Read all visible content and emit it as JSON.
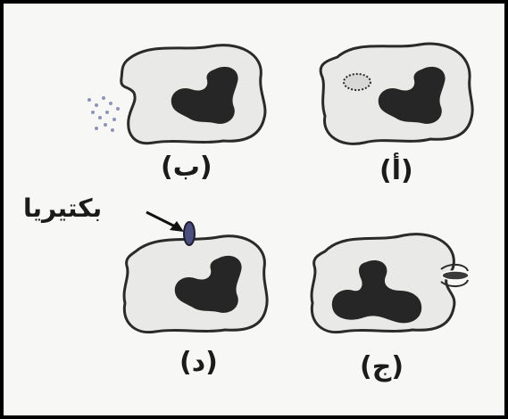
{
  "labels": {
    "a": "(أ)",
    "b": "(ب)",
    "j": "(ج)",
    "d": "(د)",
    "bacteria": "بكتيريا"
  },
  "colors": {
    "frame": "#000000",
    "background": "#f7f7f5",
    "cell_fill": "#e9e9e7",
    "cell_outline": "#2a2a2a",
    "nucleus": "#262626",
    "bacterium": "#4a4f7e",
    "granules": "#8e93b8"
  },
  "icons": [
    "arrow-icon"
  ]
}
